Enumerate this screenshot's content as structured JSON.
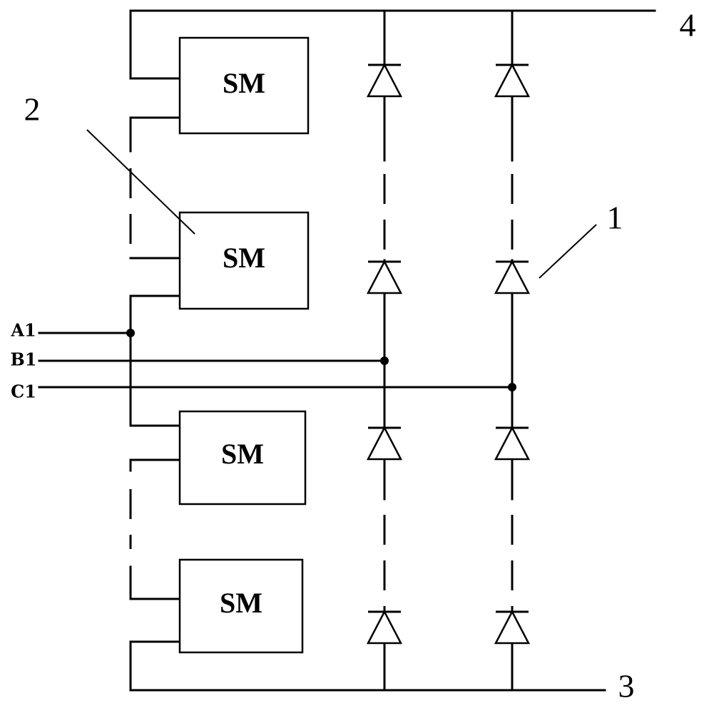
{
  "submodules": [
    {
      "label": "SM"
    },
    {
      "label": "SM"
    },
    {
      "label": "SM"
    },
    {
      "label": "SM"
    }
  ],
  "ports": {
    "a": "A1",
    "b": "B1",
    "c": "C1"
  },
  "references": {
    "diode_ref": "1",
    "submodule_ref": "2",
    "negative_bus": "3",
    "positive_bus": "4"
  }
}
